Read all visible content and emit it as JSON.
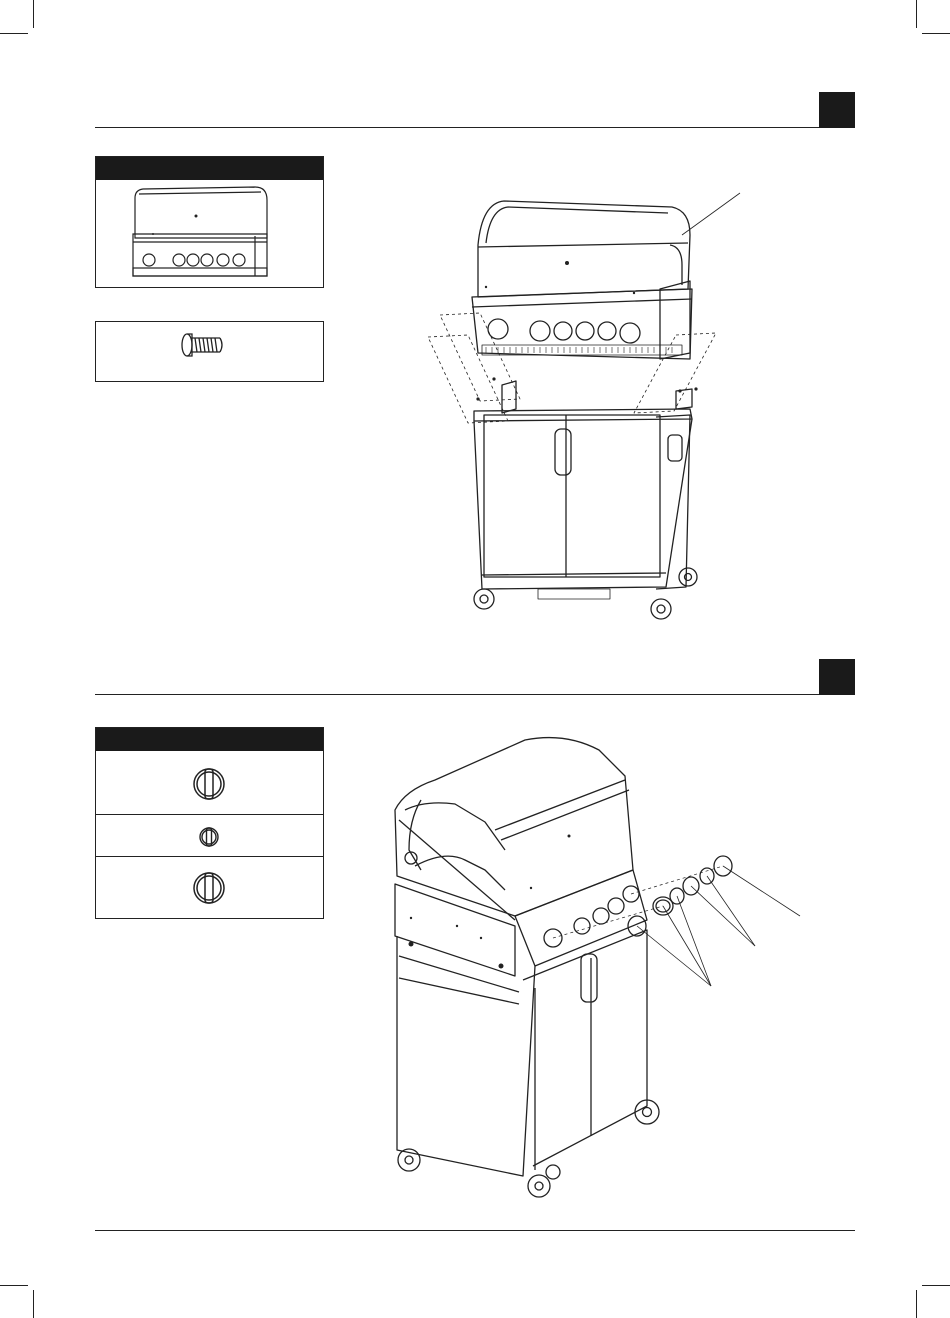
{
  "document": {
    "steps": [
      {
        "parts_panel": {
          "header": "",
          "items": [
            "grill-head",
            "screw"
          ]
        },
        "figure": "grill-head-mount-on-cart"
      },
      {
        "parts_panel": {
          "header": "",
          "items": [
            "control-knob-large",
            "control-knob-small",
            "control-knob-large"
          ]
        },
        "figure": "knob-install-on-assembled-grill"
      }
    ]
  }
}
